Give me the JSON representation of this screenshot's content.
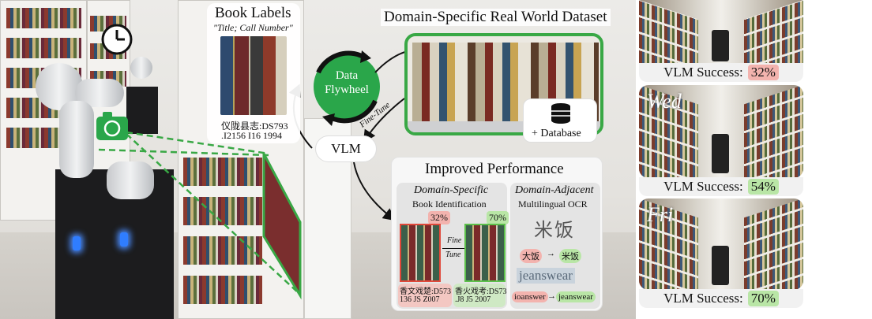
{
  "book_labels": {
    "title": "Book Labels",
    "subtitle": "\"Title; Call Number\"",
    "label_line1": "仪陇县志:DS793",
    "label_line2": ".I2156 I16 1994"
  },
  "flywheel": {
    "line1": "Data",
    "line2": "Flywheel"
  },
  "fine_tune_label": "Fine-Tune",
  "vlm_label": "VLM",
  "dataset": {
    "title": "Domain-Specific Real World Dataset",
    "database_label": "+ Database"
  },
  "improved": {
    "title": "Improved Performance",
    "domain_specific": {
      "title": "Domain-Specific",
      "subtitle": "Book Identification",
      "before_pct": "32%",
      "after_pct": "70%",
      "arrow_top": "Fine",
      "arrow_bottom": "Tune",
      "before_label_1": "香文戏楚:D573",
      "before_label_2": "136 JS Z007",
      "after_label_1": "香火戏考:DS73",
      "after_label_2": ".J8 J5 2007"
    },
    "domain_adjacent": {
      "title": "Domain-Adjacent",
      "subtitle": "Multilingual OCR",
      "image_text_1": "米饭",
      "wrong_1": "大饭",
      "right_1": "米饭",
      "image_text_2": "jeanswear",
      "wrong_2": "ioanswer",
      "right_2": "jeanswear"
    }
  },
  "days": [
    {
      "day": "",
      "label": "VLM Success:",
      "value": "32%",
      "color": "#f3b3ae"
    },
    {
      "day": "Wed",
      "label": "VLM Success:",
      "value": "54%",
      "color": "#b9e6a6"
    },
    {
      "day": "Fri",
      "label": "VLM Success:",
      "value": "70%",
      "color": "#b9e6a6"
    }
  ]
}
